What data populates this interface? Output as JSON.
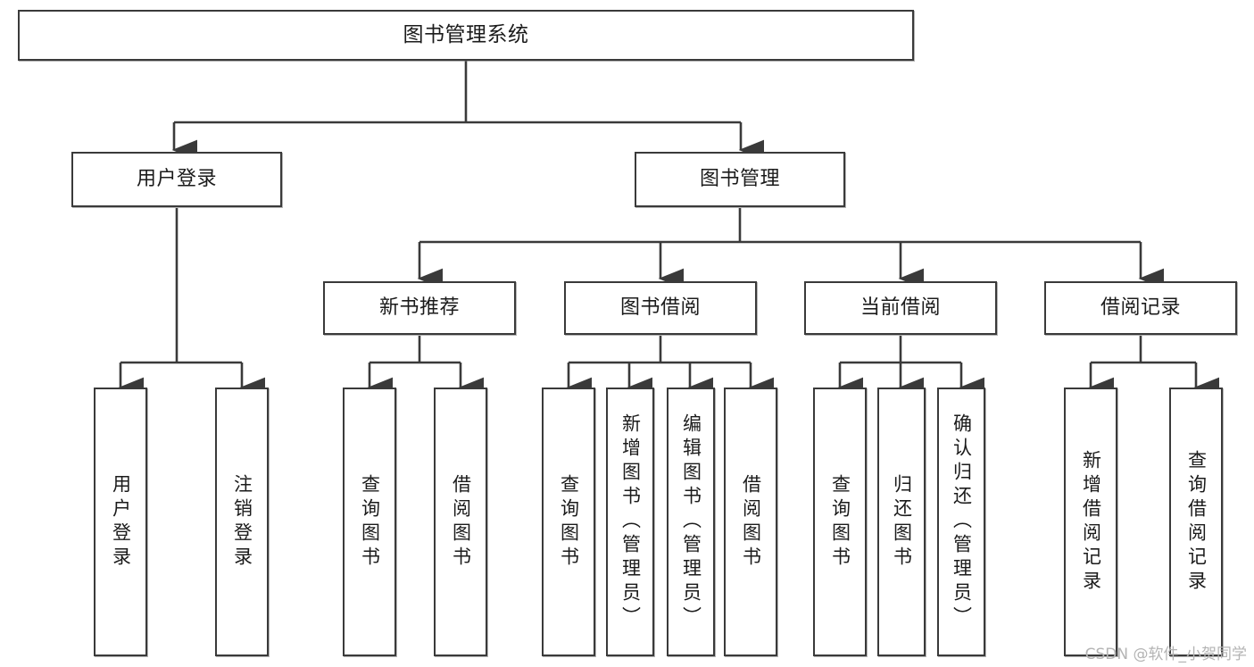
{
  "diagram": {
    "type": "tree",
    "title": "图书管理系统",
    "stroke_color": "#3a3a3a",
    "fill_color": "#ffffff",
    "text_color": "#1b1b1b"
  },
  "nodes": {
    "root": {
      "label": "图书管理系统"
    },
    "level2": [
      {
        "label": "用户登录"
      },
      {
        "label": "图书管理"
      }
    ],
    "level3": [
      {
        "label": "新书推荐"
      },
      {
        "label": "图书借阅"
      },
      {
        "label": "当前借阅"
      },
      {
        "label": "借阅记录"
      }
    ],
    "leaves": {
      "user_login": [
        {
          "label": "用户登录"
        },
        {
          "label": "注销登录"
        }
      ],
      "new_book": [
        {
          "label": "查询图书"
        },
        {
          "label": "借阅图书"
        }
      ],
      "book_borrow": [
        {
          "label": "查询图书"
        },
        {
          "label": "新增图书（管理员）"
        },
        {
          "label": "编辑图书（管理员）"
        },
        {
          "label": "借阅图书"
        }
      ],
      "current_borrow": [
        {
          "label": "查询图书"
        },
        {
          "label": "归还图书"
        },
        {
          "label": "确认归还（管理员）"
        }
      ],
      "borrow_record": [
        {
          "label": "新增借阅记录"
        },
        {
          "label": "查询借阅记录"
        }
      ]
    }
  },
  "watermark": {
    "text": "CSDN @软件_小贺同学"
  }
}
